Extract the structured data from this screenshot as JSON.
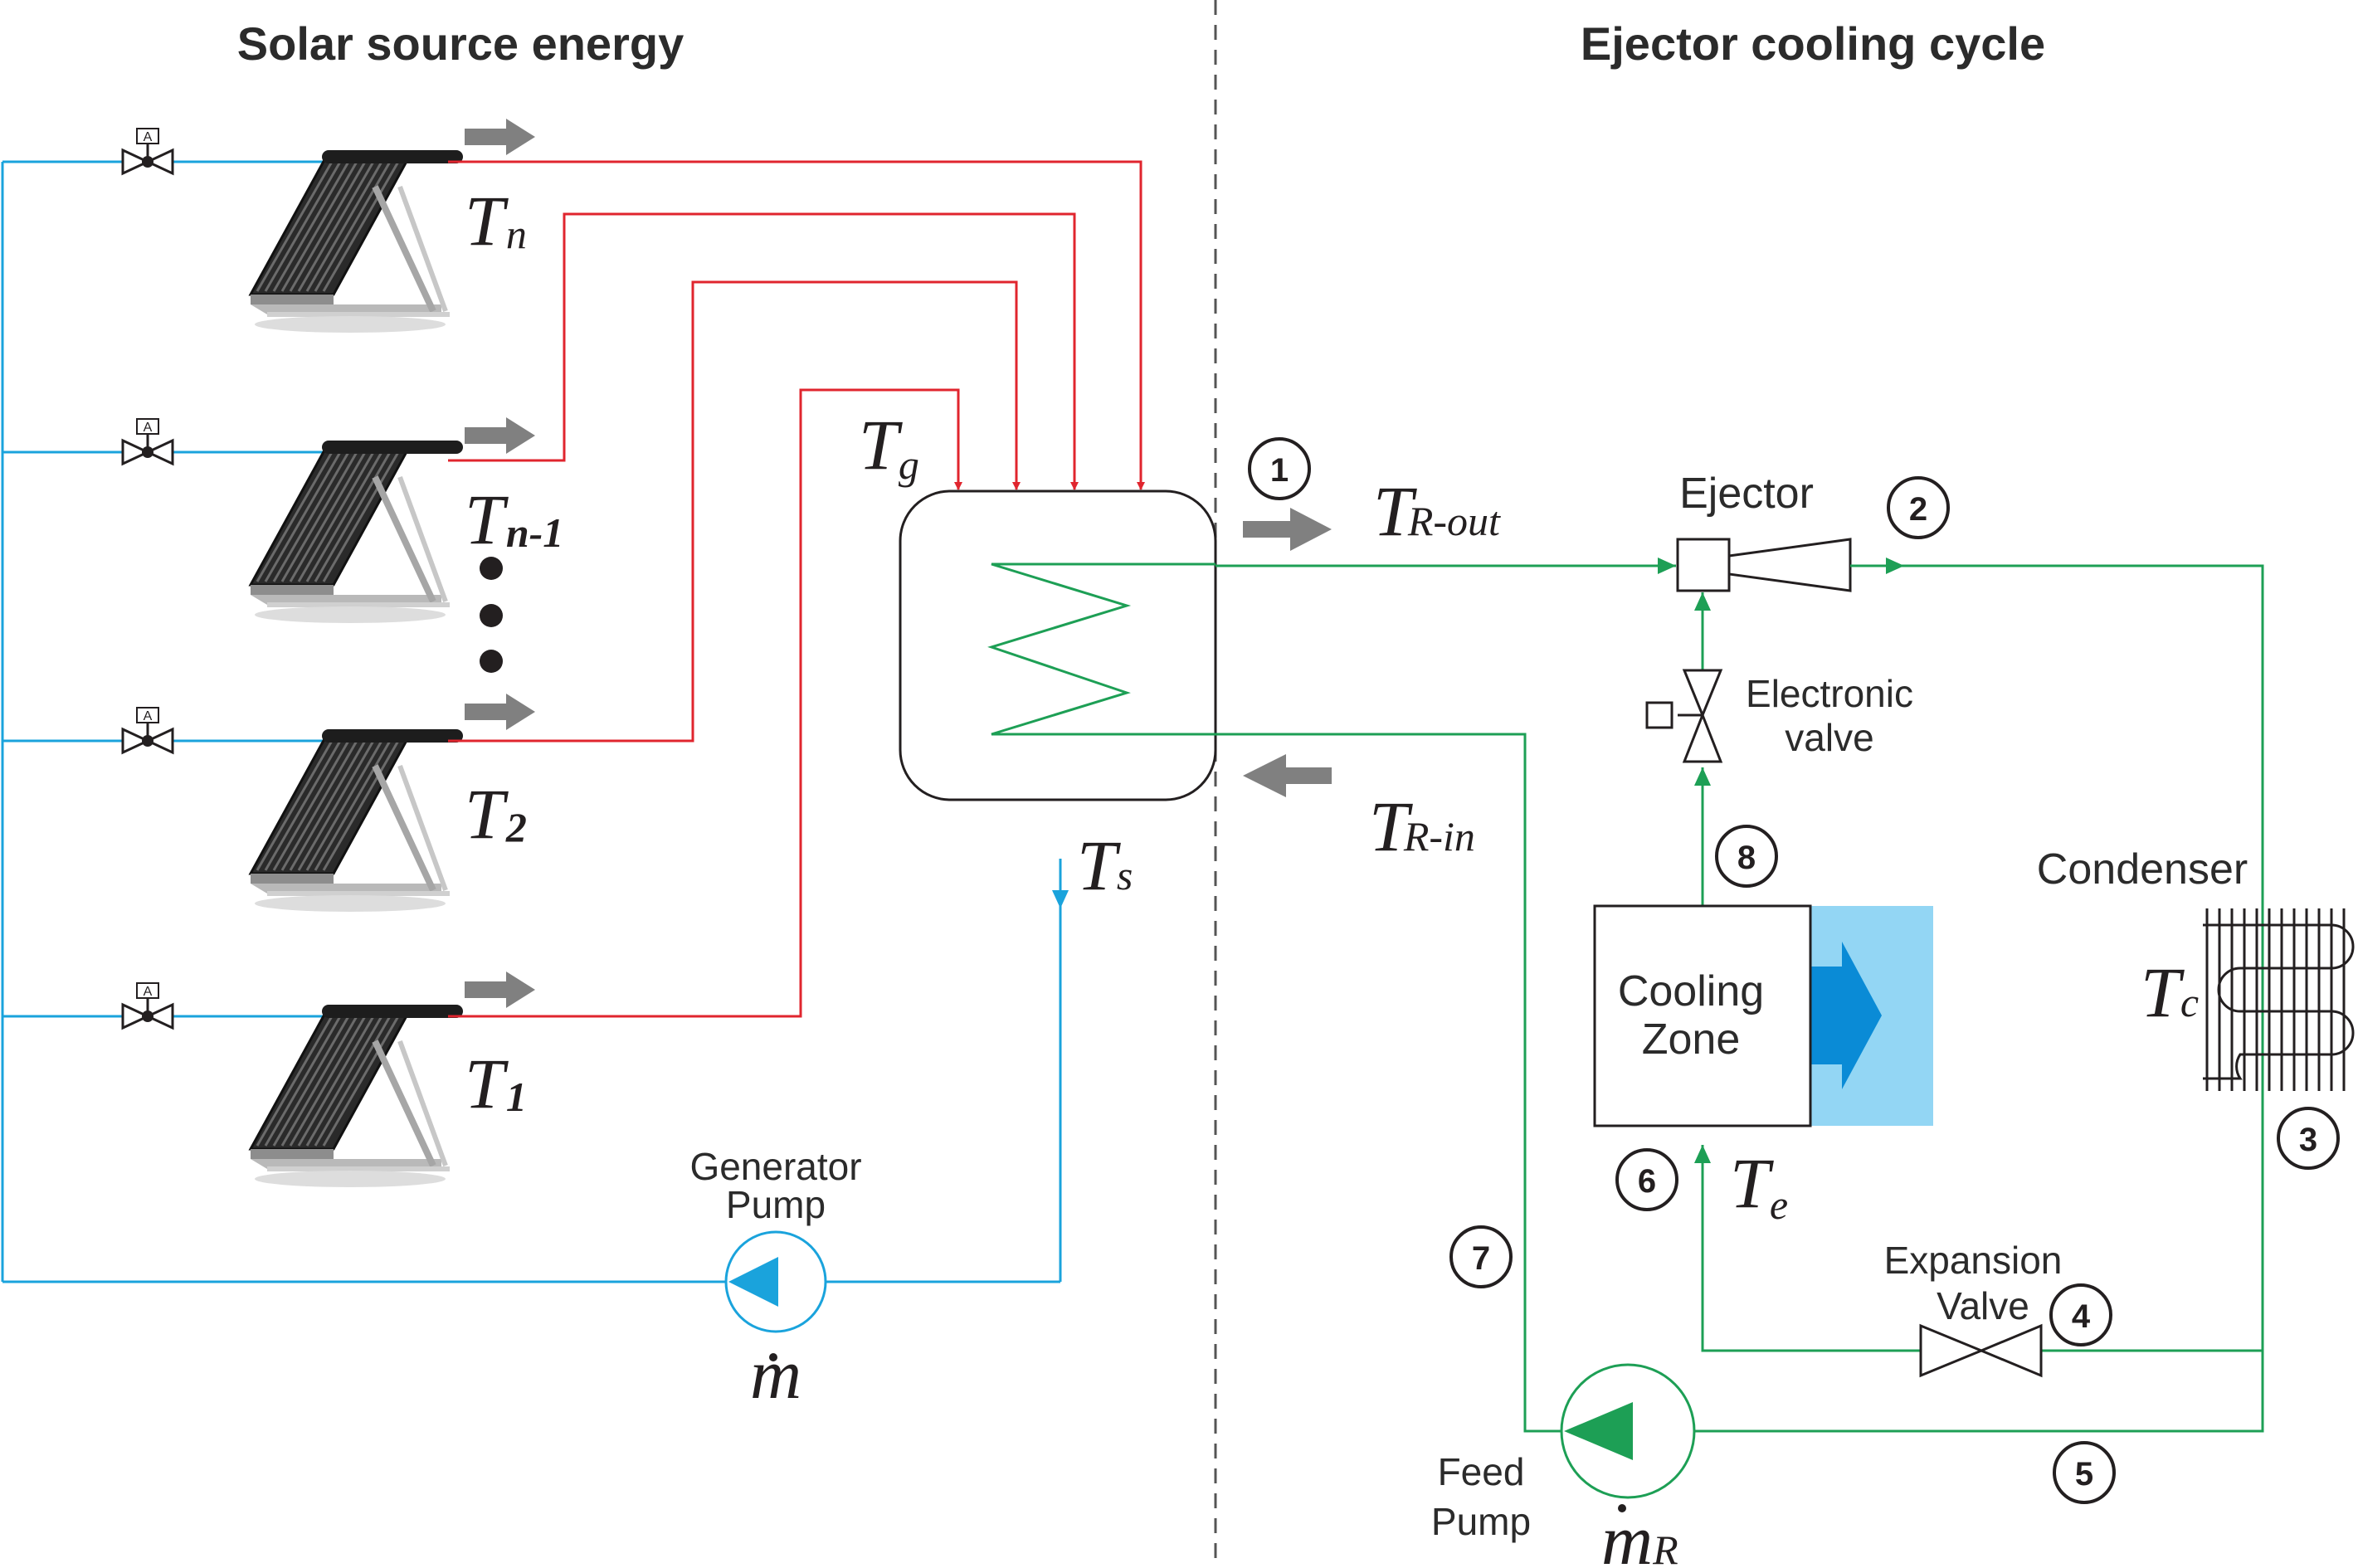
{
  "titles": {
    "solar": "Solar source energy",
    "ejector": "Ejector cooling cycle"
  },
  "collectors": [
    {
      "label_main": "T",
      "label_sub": "n"
    },
    {
      "label_main": "T",
      "label_sub": "n-1"
    },
    {
      "label_main": "T",
      "label_sub": "2"
    },
    {
      "label_main": "T",
      "label_sub": "1"
    }
  ],
  "valve_tag": "A",
  "temperatures": {
    "tg": {
      "main": "T",
      "sub": "g"
    },
    "ts": {
      "main": "T",
      "sub": "s"
    },
    "tr_out": {
      "main": "T",
      "sub": "R-out"
    },
    "tr_in": {
      "main": "T",
      "sub": "R-in"
    },
    "tc": {
      "main": "T",
      "sub": "c"
    },
    "te": {
      "main": "T",
      "sub": "e"
    }
  },
  "components": {
    "ejector": "Ejector",
    "electronic_valve_1": "Electronic",
    "electronic_valve_2": "valve",
    "condenser": "Condenser",
    "cooling_zone_1": "Cooling",
    "cooling_zone_2": "Zone",
    "expansion_valve_1": "Expansion",
    "expansion_valve_2": "Valve",
    "generator_pump_1": "Generator",
    "generator_pump_2": "Pump",
    "feed_pump_1": "Feed",
    "feed_pump_2": "Pump",
    "m_dot": "m",
    "m_dot_r_main": "m",
    "m_dot_r_sub": "R"
  },
  "state_points": [
    "1",
    "2",
    "3",
    "4",
    "5",
    "6",
    "7",
    "8"
  ],
  "colors": {
    "hot": "#e0252e",
    "cold": "#1aa3dc",
    "refrigerant": "#1d9f55",
    "dark": "#231f20",
    "arrow_grey": "#808080",
    "cooling_light": "#93d6f4",
    "cooling_dark": "#0a8bd6"
  }
}
